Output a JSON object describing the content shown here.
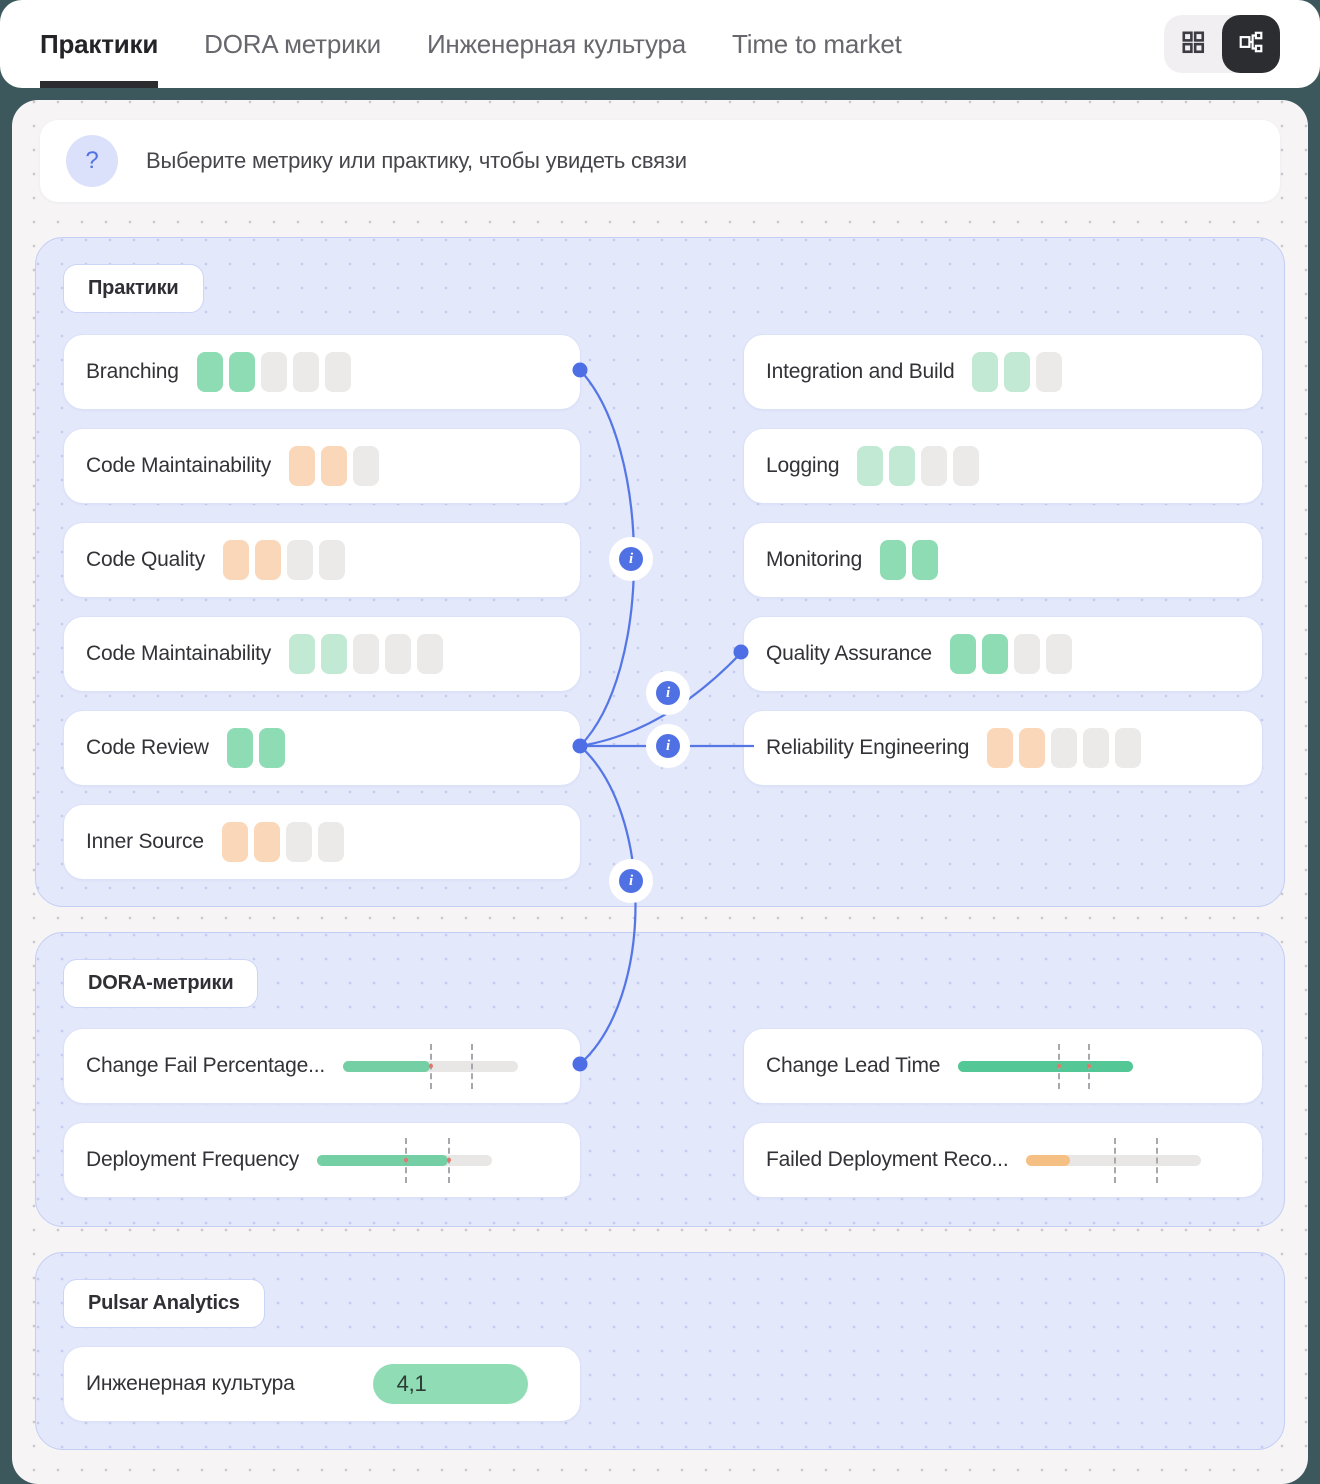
{
  "header": {
    "tabs": [
      {
        "label": "Практики",
        "active": true
      },
      {
        "label": "DORA метрики",
        "active": false
      },
      {
        "label": "Инженерная культура",
        "active": false
      },
      {
        "label": "Time to market",
        "active": false
      }
    ],
    "view_toggle": {
      "icons": [
        "grid-view-icon",
        "flow-view-icon"
      ],
      "selected": "flow-view-icon"
    }
  },
  "hint": {
    "icon": "question-icon",
    "icon_glyph": "?",
    "text": "Выберите метрику или практику, чтобы увидеть связи"
  },
  "practices": {
    "label": "Практики",
    "left_cards": [
      {
        "name": "Branching",
        "blocks": {
          "filled": 2,
          "total": 5,
          "color": "green"
        }
      },
      {
        "name": "Code Maintainability",
        "blocks": {
          "filled": 2,
          "total": 3,
          "color": "orange"
        }
      },
      {
        "name": "Code Quality",
        "blocks": {
          "filled": 2,
          "total": 4,
          "color": "orange"
        }
      },
      {
        "name": "Code Maintainability",
        "blocks": {
          "filled": 2,
          "total": 5,
          "color": "green-light"
        }
      },
      {
        "name": "Code Review",
        "blocks": {
          "filled": 2,
          "total": 2,
          "color": "green"
        }
      },
      {
        "name": "Inner Source",
        "blocks": {
          "filled": 2,
          "total": 4,
          "color": "orange"
        }
      }
    ],
    "right_cards": [
      {
        "name": "Integration and Build",
        "blocks": {
          "filled": 2,
          "total": 3,
          "color": "green-light"
        }
      },
      {
        "name": "Logging",
        "blocks": {
          "filled": 2,
          "total": 4,
          "color": "green-light"
        }
      },
      {
        "name": "Monitoring",
        "blocks": {
          "filled": 2,
          "total": 2,
          "color": "green"
        }
      },
      {
        "name": "Quality Assurance",
        "blocks": {
          "filled": 2,
          "total": 4,
          "color": "green"
        }
      },
      {
        "name": "Reliability Engineering",
        "blocks": {
          "filled": 2,
          "total": 5,
          "color": "orange"
        }
      }
    ]
  },
  "dora": {
    "label": "DORA-метрики",
    "left_cards": [
      {
        "name": "Change Fail Percentage...",
        "bar": {
          "fill_pct": 50,
          "color": "green",
          "ticks_pct": [
            50,
            73
          ]
        }
      },
      {
        "name": "Deployment Frequency",
        "bar": {
          "fill_pct": 75,
          "color": "green",
          "ticks_pct": [
            50,
            75
          ]
        }
      }
    ],
    "right_cards": [
      {
        "name": "Change Lead Time",
        "bar": {
          "fill_pct": 100,
          "color": "green-strong",
          "ticks_pct": [
            57,
            74
          ]
        }
      },
      {
        "name": "Failed Deployment Reco...",
        "bar": {
          "fill_pct": 25,
          "color": "orange",
          "ticks_pct": [
            50,
            74
          ]
        }
      }
    ]
  },
  "pulsar": {
    "label": "Pulsar Analytics",
    "items": [
      {
        "name": "Инженерная культура",
        "value": "4,1",
        "value_color": "#8FDCB5"
      }
    ]
  },
  "connections": {
    "info_glyph": "i",
    "links": [
      {
        "from": "Branching",
        "to": "Code Review"
      },
      {
        "from": "Code Review",
        "to": "Quality Assurance"
      },
      {
        "from": "Code Review",
        "to": "Reliability Engineering"
      },
      {
        "from": "Code Review",
        "to": "Change Fail Percentage..."
      }
    ]
  },
  "colors": {
    "frame_teal": "#3C585C",
    "accent_blue": "#5577E6",
    "block_green": "#8EDCB4",
    "block_green_light": "#C2E9D3",
    "block_orange": "#FAD7B8",
    "bar_green": "#74CFA4",
    "bar_green_strong": "#53C795",
    "bar_orange": "#F6BF84",
    "panel_lavender": "#E4E8FB"
  }
}
